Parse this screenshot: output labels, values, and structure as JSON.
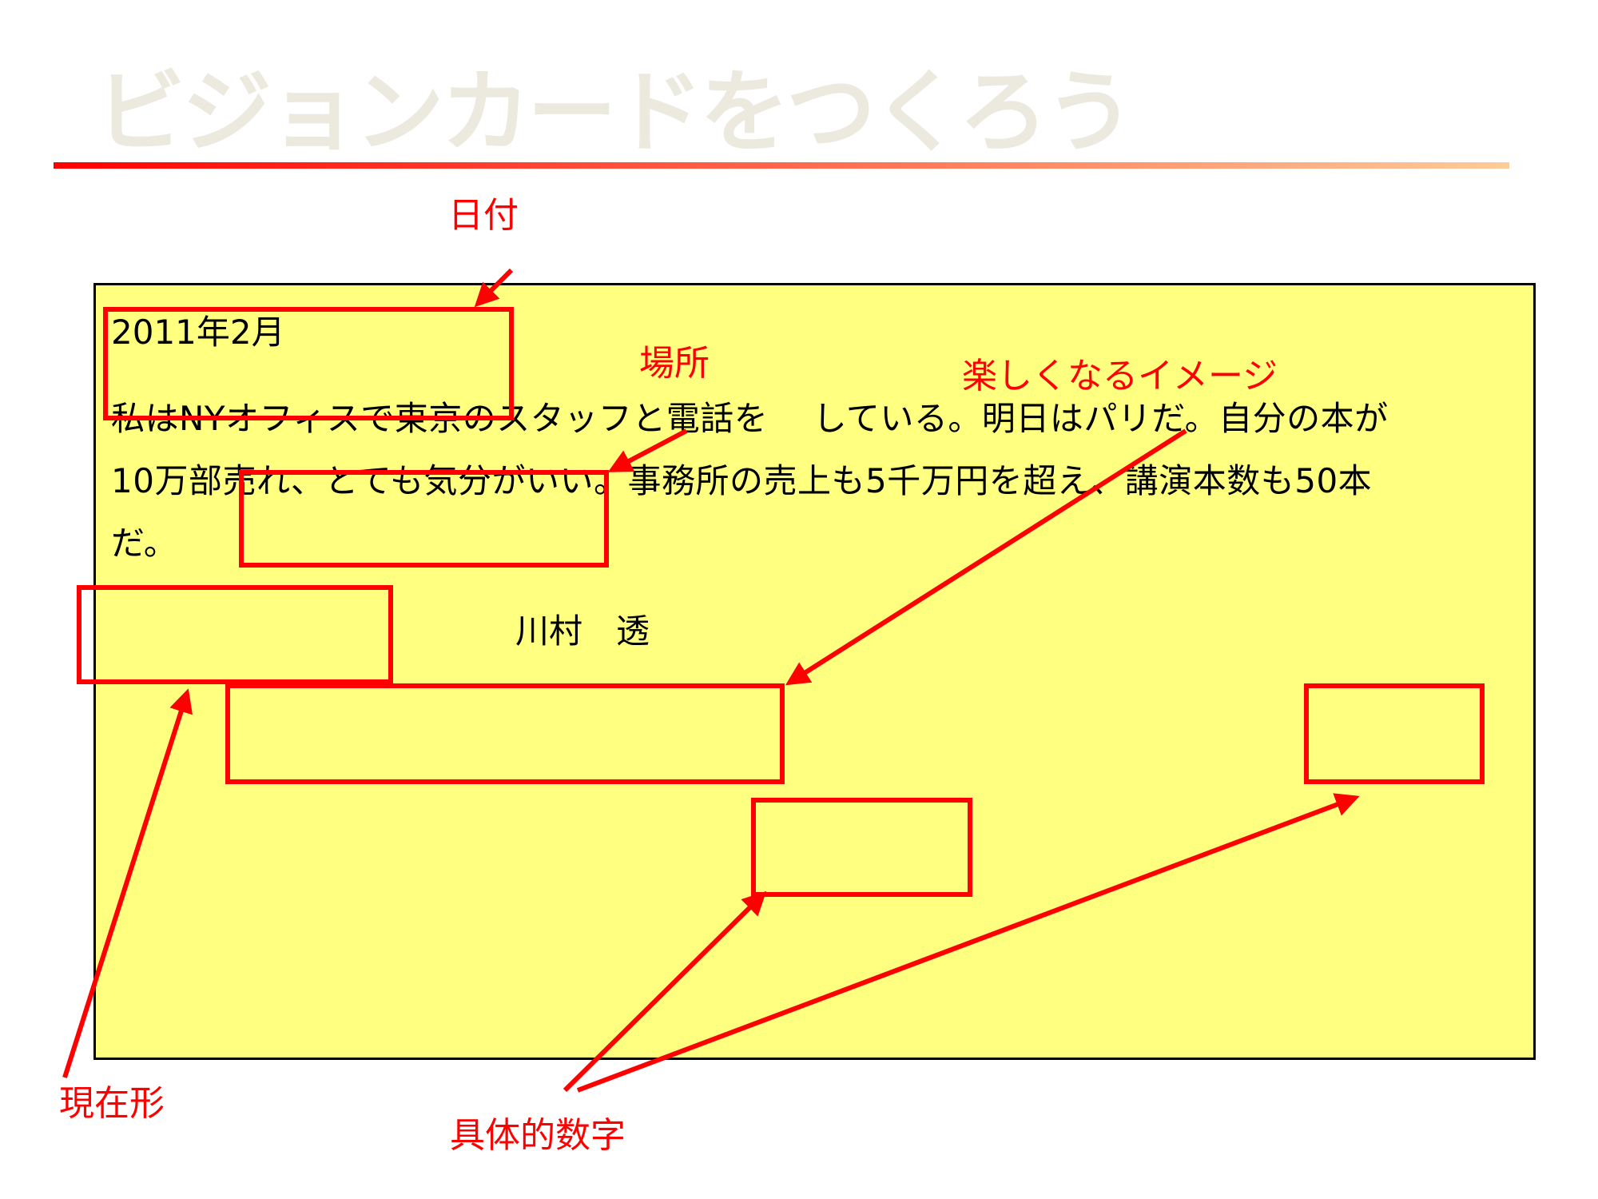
{
  "title": "ビジョンカードをつくろう",
  "accent_color": "#ff0000",
  "card": {
    "date": "2011年2月",
    "lines": [
      "私はNYオフィスで東京のスタッフと電話を　 している。明日はパリだ。自分の本が",
      "10万部売れ、とても気分がいい。事務所の売上も5千万円を超え、講演本数も50本",
      "だ。"
    ],
    "signature": "川村　透",
    "background_color": "#ffff80"
  },
  "annotations": {
    "date": "日付",
    "place": "場所",
    "fun_image": "楽しくなるイメージ",
    "present_tense": "現在形",
    "concrete_numbers": "具体的数字"
  }
}
